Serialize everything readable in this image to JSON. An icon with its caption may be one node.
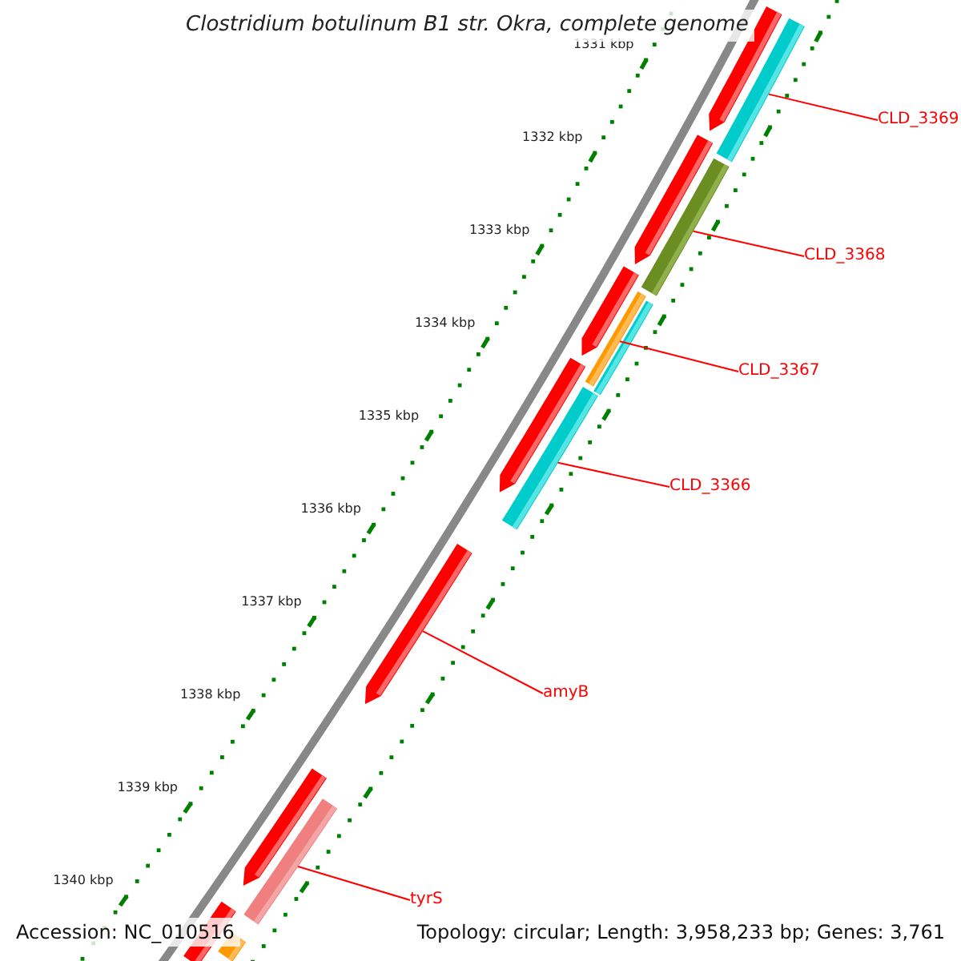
{
  "diagram": {
    "title": "Clostridium botulinum B1 str. Okra, complete genome",
    "nodes": [
      {
        "text": [
          "CLD_3369"
        ]
      },
      {
        "text": [
          "CLD_3368"
        ]
      },
      {
        "text": [
          "CLD_3367"
        ]
      },
      {
        "text": [
          "CLD_3366"
        ]
      },
      {
        "text": [
          "amyB"
        ]
      },
      {
        "text": [
          "tyrS"
        ]
      },
      {
        "text": [],
        "shape": "bar"
      },
      {
        "text": [],
        "shape": "bar"
      },
      {
        "text": [],
        "shape": "bar"
      },
      {
        "text": [],
        "shape": "bar"
      },
      {
        "text": [],
        "shape": "bar"
      },
      {
        "text": [],
        "shape": "bar"
      }
    ],
    "edges": [
      {
        "from": 0,
        "to": 6,
        "arrow": "none",
        "color": "#ff0000"
      },
      {
        "from": 1,
        "to": 7,
        "arrow": "none",
        "color": "#ff0000"
      },
      {
        "from": 2,
        "to": 8,
        "arrow": "none",
        "color": "#ff0000"
      },
      {
        "from": 3,
        "to": 9,
        "arrow": "none",
        "color": "#ff0000"
      },
      {
        "from": 4,
        "to": 10,
        "arrow": "none",
        "color": "#ff0000"
      },
      {
        "from": 5,
        "to": 11,
        "arrow": "none",
        "color": "#ff0000"
      }
    ],
    "labels": [
      "1331 kbp",
      "1332 kbp",
      "1333 kbp",
      "1334 kbp",
      "1335 kbp",
      "1336 kbp",
      "1337 kbp",
      "1338 kbp",
      "1339 kbp",
      "1340 kbp",
      "Accession: NC_010516",
      "Topology: circular; Length: 3,958,233 bp; Genes: 3,761"
    ]
  }
}
